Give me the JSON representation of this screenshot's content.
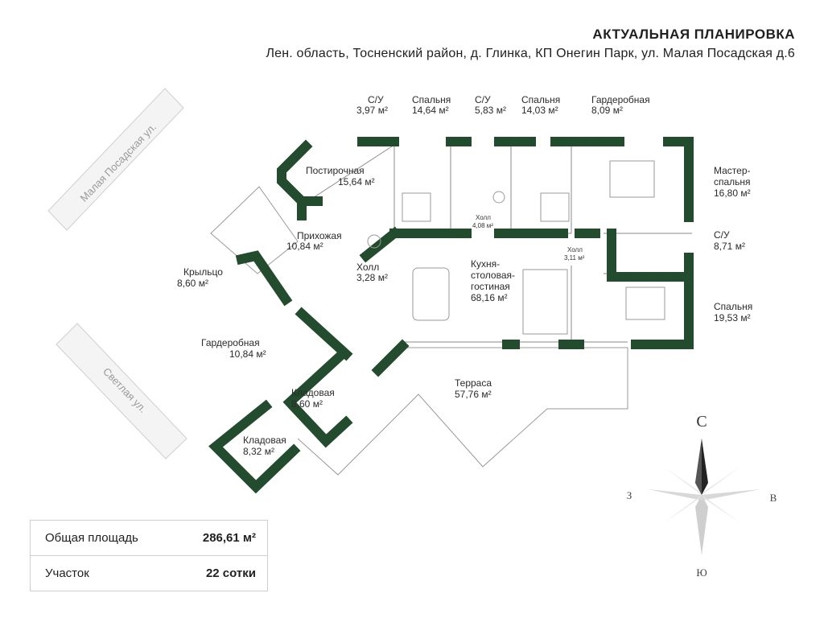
{
  "header": {
    "title": "АКТУАЛЬНАЯ ПЛАНИРОВКА",
    "address": "Лен. область, Тосненский район, д. Глинка, КП Онегин Парк, ул. Малая Посадская д.6"
  },
  "streets": {
    "north": "Малая Посадская ул.",
    "south": "Светлая ул."
  },
  "rooms": {
    "su1": {
      "name": "С/У",
      "area": "3,97 м²"
    },
    "bed1": {
      "name": "Спальня",
      "area": "14,64 м²"
    },
    "su2": {
      "name": "С/У",
      "area": "5,83 м²"
    },
    "bed2": {
      "name": "Спальня",
      "area": "14,03 м²"
    },
    "ward1": {
      "name": "Гардеробная",
      "area": "8,09 м²"
    },
    "laundry": {
      "name": "Постирочная",
      "area": "15,64 м²"
    },
    "master": {
      "name1": "Мастер-",
      "name2": "спальня",
      "area": "16,80 м²"
    },
    "hall_s": {
      "name": "Холл",
      "area": "4,08 м²"
    },
    "prih": {
      "name": "Прихожая",
      "area": "10,84 м²"
    },
    "su3": {
      "name": "С/У",
      "area": "8,71 м²"
    },
    "hall2": {
      "name": "Холл",
      "area": "3,11 м²"
    },
    "porch": {
      "name": "Крыльцо",
      "area": "8,60 м²"
    },
    "hall": {
      "name": "Холл",
      "area": "3,28 м²"
    },
    "kitchen": {
      "name1": "Кухня-",
      "name2": "столовая-",
      "name3": "гостиная",
      "area": "68,16 м²"
    },
    "bed3": {
      "name": "Спальня",
      "area": "19,53 м²"
    },
    "ward2": {
      "name": "Гардеробная",
      "area": "10,84 м²"
    },
    "terrace": {
      "name": "Терраса",
      "area": "57,76 м²"
    },
    "store1": {
      "name": "Кладовая",
      "area": "8,60 м²"
    },
    "store2": {
      "name": "Кладовая",
      "area": "8,32 м²"
    }
  },
  "compass": {
    "n": "С",
    "s": "Ю",
    "w": "З",
    "e": "В"
  },
  "summary": [
    {
      "label": "Общая площадь",
      "value": "286,61 м²"
    },
    {
      "label": "Участок",
      "value": "22 сотки"
    }
  ],
  "colors": {
    "wall": "#234b2e",
    "line": "#8a8a8a"
  }
}
